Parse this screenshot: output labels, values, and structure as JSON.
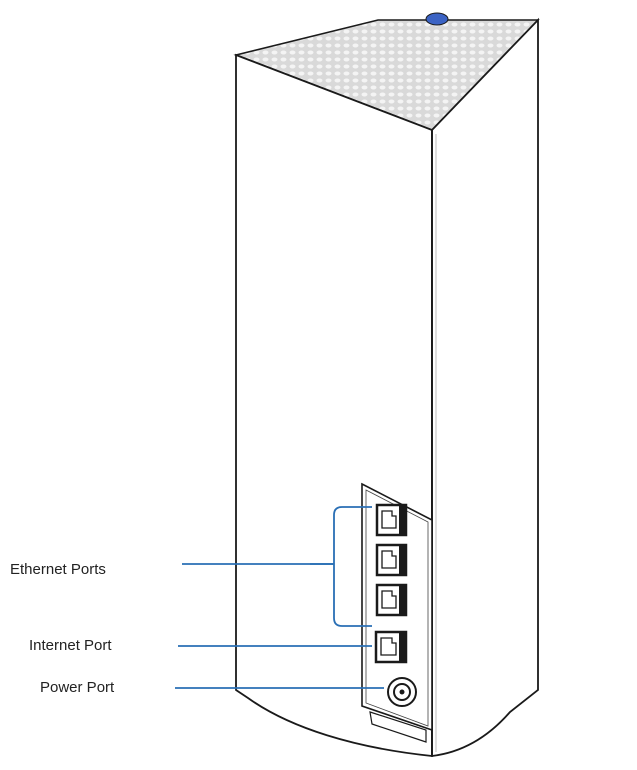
{
  "diagram": {
    "callouts": {
      "ethernet": "Ethernet Ports",
      "internet": "Internet Port",
      "power": "Power Port"
    }
  },
  "colors": {
    "outline": "#1a1a1a",
    "callout_line": "#2a6fb5",
    "status_light": "#3b63c4",
    "top_mesh": "#c9c9c9",
    "body": "#ffffff"
  },
  "icons": {
    "status_light": "status-light-icon",
    "ethernet_port": "rj45-port-icon",
    "power_port": "power-jack-icon"
  }
}
